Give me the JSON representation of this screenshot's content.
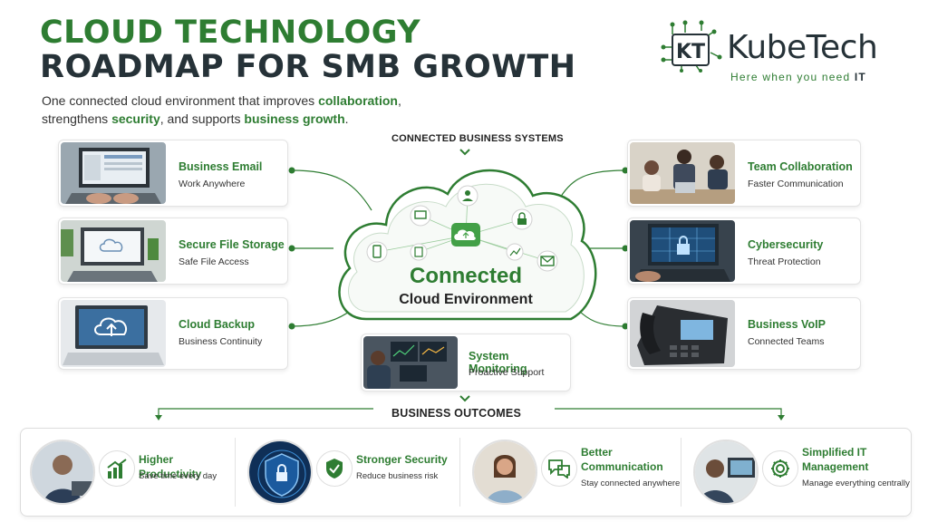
{
  "title": {
    "line1": "CLOUD TECHNOLOGY",
    "line2": "ROADMAP FOR SMB GROWTH"
  },
  "subtitle": {
    "p1": "One connected cloud environment that improves ",
    "h1": "collaboration",
    "p2": ",",
    "p3": "strengthens ",
    "h2": "security",
    "p4": ", and supports ",
    "h3": "business growth",
    "p5": "."
  },
  "logo": {
    "mark": "KT",
    "name": "KubeTech",
    "tagline_part1": "Here when you need ",
    "tagline_part2": "IT"
  },
  "labels": {
    "connected": "CONNECTED BUSINESS SYSTEMS",
    "outcomes": "BUSINESS OUTCOMES"
  },
  "cloud": {
    "line1": "Connected",
    "line2": "Cloud Environment"
  },
  "left_cards": [
    {
      "title": "Business Email",
      "subtitle": "Work Anywhere"
    },
    {
      "title": "Secure File Storage",
      "subtitle": "Safe File Access"
    },
    {
      "title": "Cloud Backup",
      "subtitle": "Business Continuity"
    }
  ],
  "right_cards": [
    {
      "title": "Team Collaboration",
      "subtitle": "Faster Communication"
    },
    {
      "title": "Cybersecurity",
      "subtitle": "Threat Protection"
    },
    {
      "title": "Business VoIP",
      "subtitle": "Connected Teams"
    }
  ],
  "center_card": {
    "title": "System Monitoring",
    "subtitle": "Proactive Support"
  },
  "outcomes": [
    {
      "title_l1": "Higher Productivity",
      "title_l2": "",
      "subtitle": "Save time every day",
      "icon": "chart-up-icon"
    },
    {
      "title_l1": "Stronger Security",
      "title_l2": "",
      "subtitle": "Reduce business risk",
      "icon": "shield-check-icon"
    },
    {
      "title_l1": "Better",
      "title_l2": "Communication",
      "subtitle": "Stay connected anywhere",
      "icon": "chat-icon"
    },
    {
      "title_l1": "Simplified IT",
      "title_l2": "Management",
      "subtitle": "Manage everything centrally",
      "icon": "gear-icon"
    }
  ],
  "colors": {
    "accent": "#2e7d32",
    "dark": "#263238"
  }
}
